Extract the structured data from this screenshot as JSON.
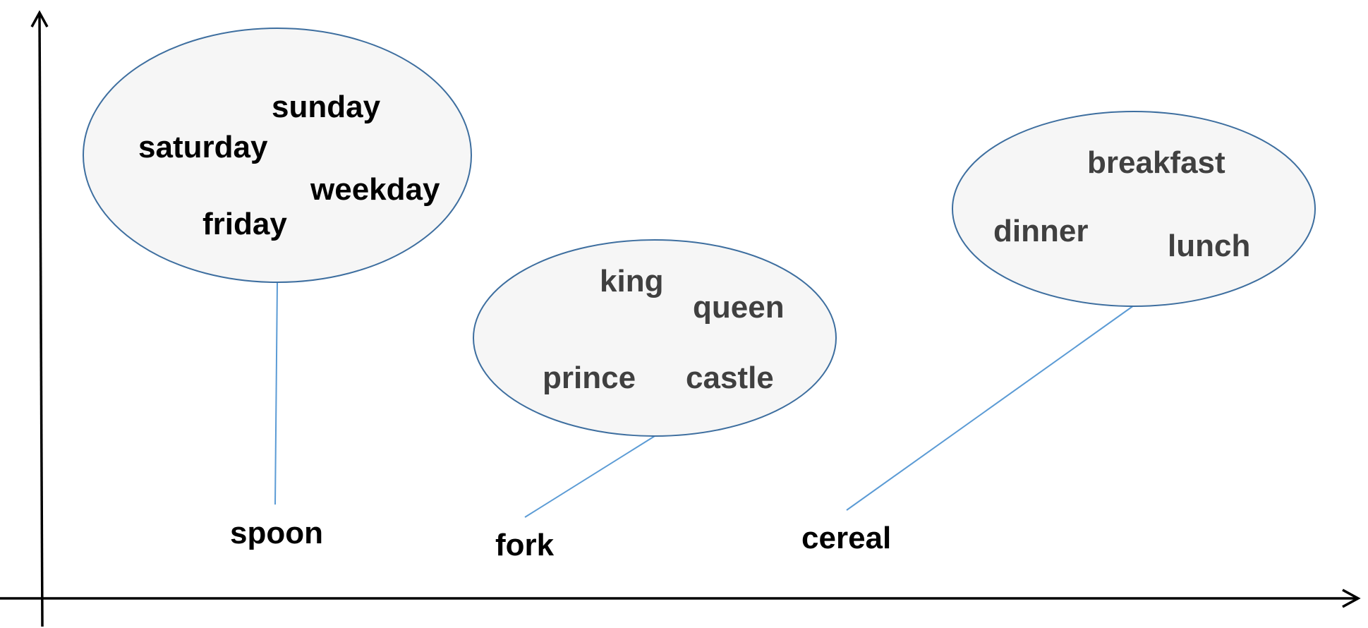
{
  "diagram": {
    "clusters": [
      {
        "id": "days",
        "words": [
          "sunday",
          "saturday",
          "weekday",
          "friday"
        ],
        "anchor_label": "spoon"
      },
      {
        "id": "royalty",
        "words": [
          "king",
          "queen",
          "prince",
          "castle"
        ],
        "anchor_label": "fork"
      },
      {
        "id": "meals",
        "words": [
          "breakfast",
          "dinner",
          "lunch"
        ],
        "anchor_label": "cereal"
      }
    ]
  },
  "colors": {
    "ellipse_fill": "#f6f6f6",
    "ellipse_stroke": "#3d6e9f",
    "connector": "#5b9bd5",
    "axis": "#000000",
    "cluster1_text": "#000000",
    "cluster_text_gray": "#404040",
    "anchor_text": "#000000"
  }
}
